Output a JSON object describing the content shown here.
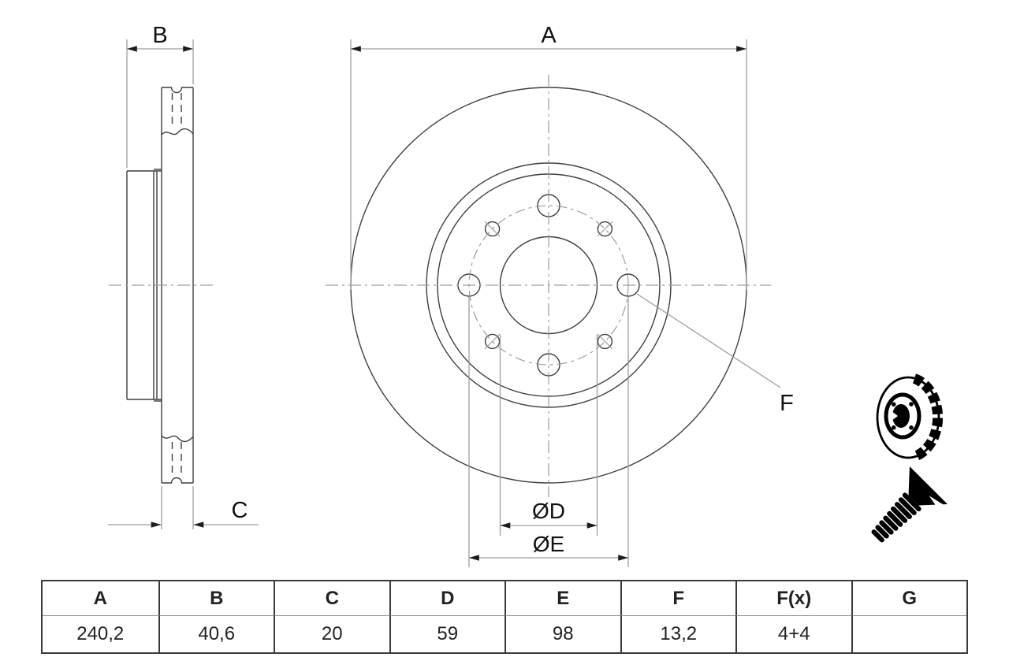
{
  "drawing": {
    "dim_labels": {
      "a": "A",
      "b": "B",
      "c": "C",
      "f": "F",
      "d_diameter": "ØD",
      "e_diameter": "ØE"
    }
  },
  "table": {
    "columns": [
      {
        "header": "A",
        "value": "240,2"
      },
      {
        "header": "B",
        "value": "40,6"
      },
      {
        "header": "C",
        "value": "20"
      },
      {
        "header": "D",
        "value": "59"
      },
      {
        "header": "E",
        "value": "98"
      },
      {
        "header": "F",
        "value": "13,2"
      },
      {
        "header": "F(x)",
        "value": "4+4"
      },
      {
        "header": "G",
        "value": ""
      }
    ]
  },
  "icons": {
    "disc_icon": "vented-brake-disc-pictogram",
    "screw_icon": "countersunk-screw-pictogram"
  },
  "colors": {
    "geometry_line": "#3f3f3f",
    "dimension_line": "#9e9e9e",
    "arrowhead": "#1c1c1c",
    "label_text": "#111111",
    "table_border": "#3a3a3a",
    "background": "#ffffff"
  }
}
